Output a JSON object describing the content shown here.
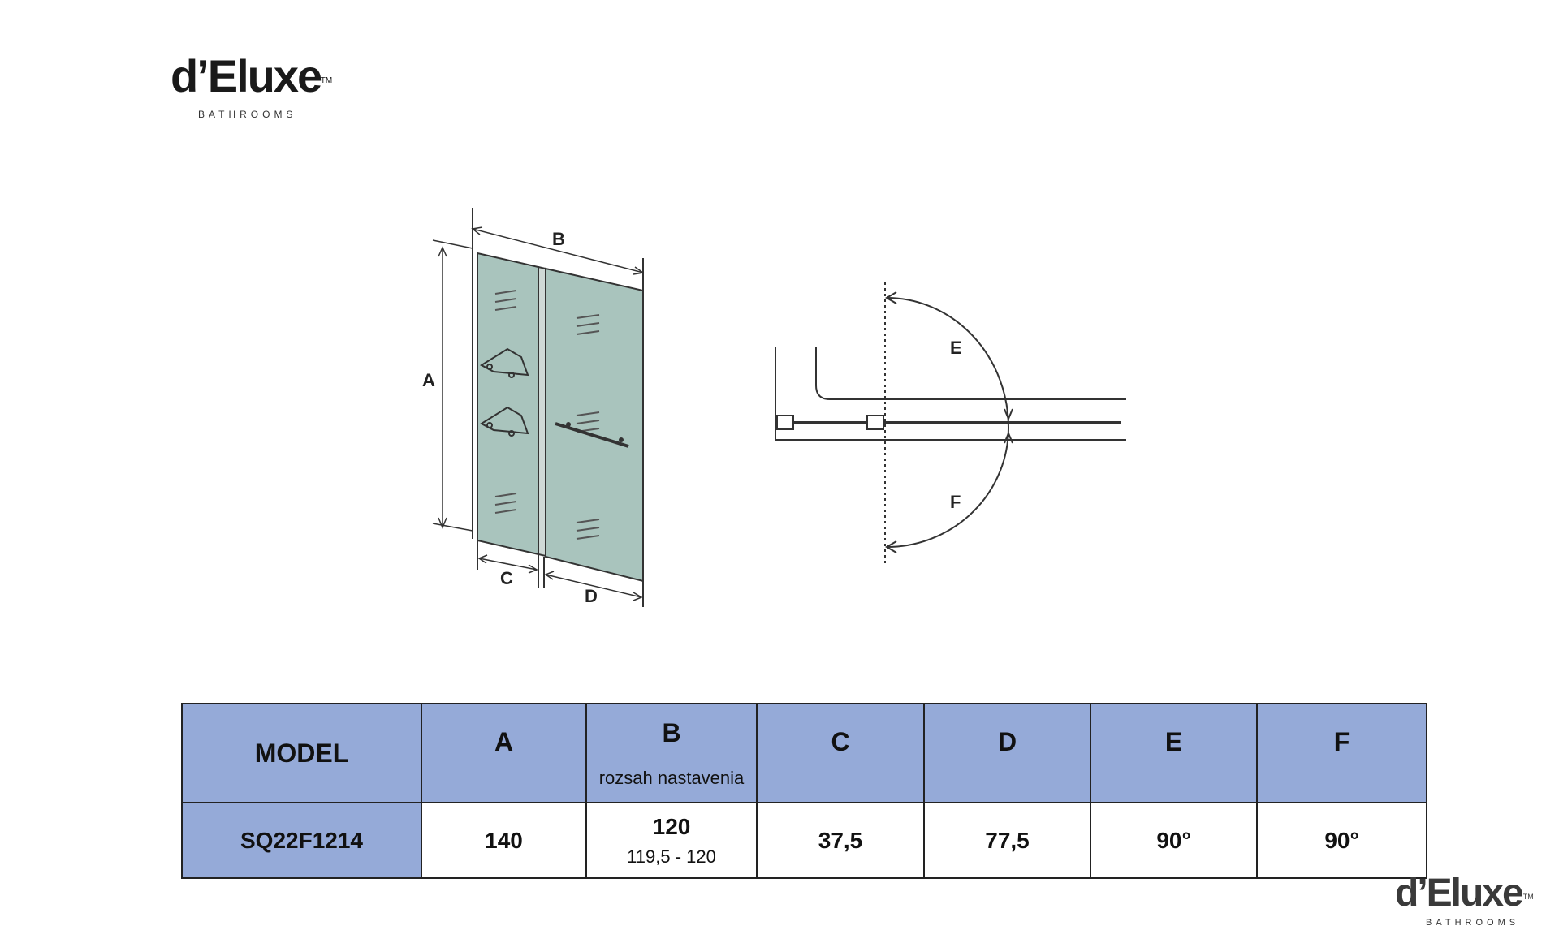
{
  "logo": {
    "brand": "d’Eluxe",
    "tm": "TM",
    "sub": "BATHROOMS"
  },
  "drawing_labels": {
    "A": "A",
    "B": "B",
    "C": "C",
    "D": "D",
    "E": "E",
    "F": "F"
  },
  "table": {
    "header": {
      "model": "MODEL",
      "a": "A",
      "b": "B",
      "b_sub": "rozsah nastavenia",
      "c": "C",
      "d": "D",
      "e": "E",
      "f": "F"
    },
    "row": {
      "model": "SQ22F1214",
      "a": "140",
      "b": "120",
      "b_range": "119,5 - 120",
      "c": "37,5",
      "d": "77,5",
      "e": "90°",
      "f": "90°"
    }
  }
}
